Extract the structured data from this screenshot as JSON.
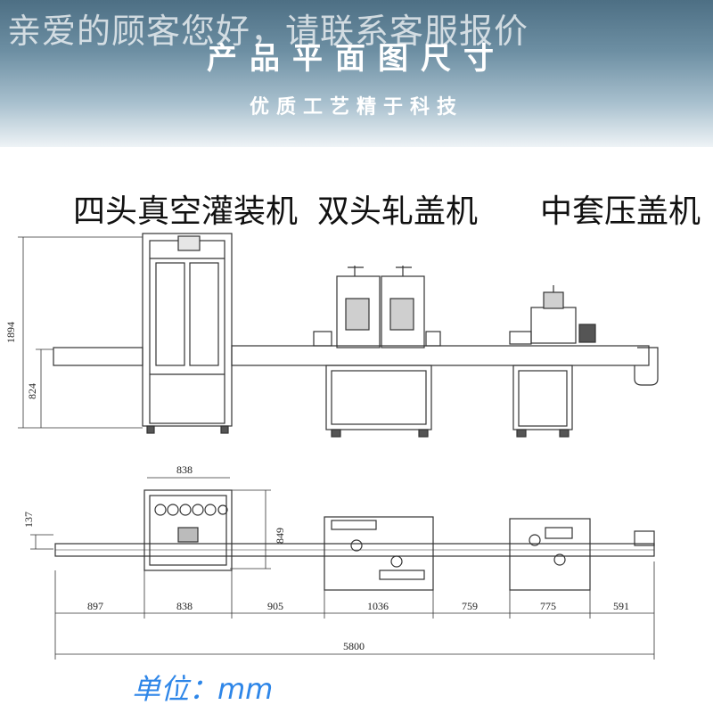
{
  "watermark": "亲爱的顾客您好，请联系客服报价",
  "header": {
    "title": "产品平面图尺寸",
    "subtitle": "优质工艺精于科技"
  },
  "machines": [
    {
      "label": "四头真空灌装机"
    },
    {
      "label": "双头轧盖机"
    },
    {
      "label": "中套压盖机"
    }
  ],
  "dimensions": {
    "height_total": "1894",
    "height_conveyor": "824",
    "width_filler_top": "838",
    "depth_filler": "849",
    "conveyor_width": "137",
    "segments": [
      "897",
      "838",
      "905",
      "1036",
      "759",
      "775",
      "591"
    ],
    "overall": "5800"
  },
  "unit": "单位：mm"
}
